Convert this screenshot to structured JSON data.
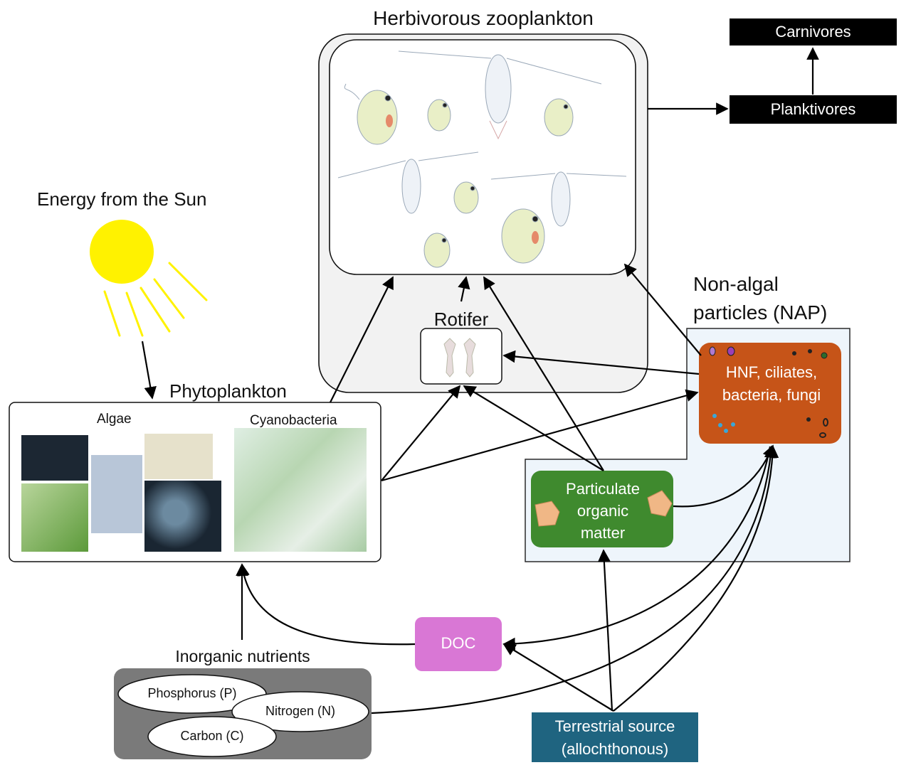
{
  "nodes": {
    "herbivorous_zooplankton": "Herbivorous zooplankton",
    "carnivores": "Carnivores",
    "planktivores": "Planktivores",
    "energy_sun": "Energy from the Sun",
    "rotifer": "Rotifer",
    "nap": "Non-algal particles (NAP)",
    "phytoplankton": "Phytoplankton",
    "algae": "Algae",
    "cyanobacteria": "Cyanobacteria",
    "hnf": "HNF, ciliates, bacteria, fungi",
    "pom": "Particulate organic matter",
    "doc": "DOC",
    "inorganic_nutrients": "Inorganic nutrients",
    "phosphorus": "Phosphorus (P)",
    "nitrogen": "Nitrogen (N)",
    "carbon": "Carbon (C)",
    "terrestrial": "Terrestrial source (allochthonous)"
  },
  "colors": {
    "hnf_box": "#c65418",
    "pom_box": "#3f8a2e",
    "doc_box": "#d977d5",
    "terrestrial_box": "#1f6480",
    "nap_region": "#eef5fb",
    "sun": "#fff200",
    "nutrients_box": "#7a7a7a"
  },
  "edges": [
    {
      "from": "Energy from the Sun",
      "to": "Phytoplankton"
    },
    {
      "from": "Phytoplankton",
      "to": "Herbivorous zooplankton"
    },
    {
      "from": "Phytoplankton",
      "to": "Rotifer"
    },
    {
      "from": "Phytoplankton",
      "to": "HNF, ciliates, bacteria, fungi"
    },
    {
      "from": "Rotifer",
      "to": "Herbivorous zooplankton"
    },
    {
      "from": "HNF, ciliates, bacteria, fungi",
      "to": "Rotifer"
    },
    {
      "from": "HNF, ciliates, bacteria, fungi",
      "to": "Herbivorous zooplankton"
    },
    {
      "from": "Particulate organic matter",
      "to": "Rotifer"
    },
    {
      "from": "Particulate organic matter",
      "to": "Herbivorous zooplankton"
    },
    {
      "from": "Particulate organic matter",
      "to": "HNF, ciliates, bacteria, fungi"
    },
    {
      "from": "Herbivorous zooplankton",
      "to": "Planktivores"
    },
    {
      "from": "Planktivores",
      "to": "Carnivores"
    },
    {
      "from": "Inorganic nutrients",
      "to": "Phytoplankton"
    },
    {
      "from": "Inorganic nutrients",
      "to": "HNF, ciliates, bacteria, fungi"
    },
    {
      "from": "HNF, ciliates, bacteria, fungi",
      "to": "DOC"
    },
    {
      "from": "DOC",
      "to": "Phytoplankton"
    },
    {
      "from": "Terrestrial source (allochthonous)",
      "to": "DOC"
    },
    {
      "from": "Terrestrial source (allochthonous)",
      "to": "Particulate organic matter"
    },
    {
      "from": "Terrestrial source (allochthonous)",
      "to": "HNF, ciliates, bacteria, fungi"
    }
  ]
}
